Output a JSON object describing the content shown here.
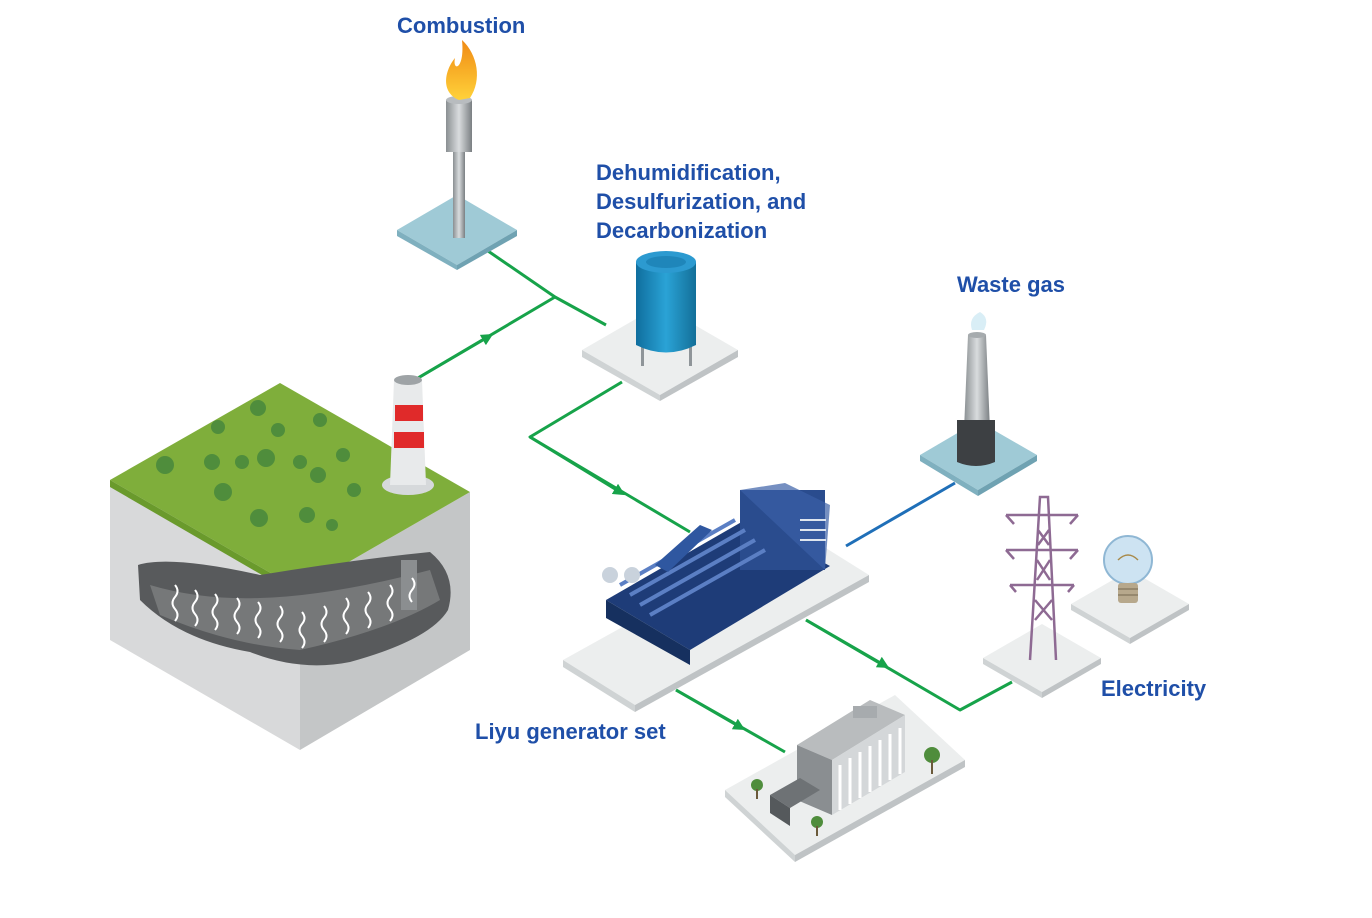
{
  "title": "Liyu generator set gas utilization flow",
  "labels": {
    "combustion": "Combustion",
    "treatment_line1": "Dehumidification,",
    "treatment_line2": "Desulfurization, and",
    "treatment_line3": "Decarbonization",
    "waste_gas": "Waste gas",
    "generator": "Liyu generator set",
    "electricity": "Electricity"
  },
  "colors": {
    "label_text": "#1f4fa8",
    "flow_line": "#17a34a",
    "exhaust_line": "#1f6fb8",
    "grass": "#7fae3b",
    "tank": "#1f8ec4",
    "chimney_stripe": "#e02a2a",
    "pad_blue": "#9fcad6",
    "pad_gray": "#eceeee",
    "tower": "#8e6a93"
  },
  "icons": [
    "flare-icon",
    "tank-icon",
    "chimney-icon",
    "stack-icon",
    "engine-icon",
    "pylon-icon",
    "bulb-icon",
    "building-icon",
    "tree-icon"
  ]
}
